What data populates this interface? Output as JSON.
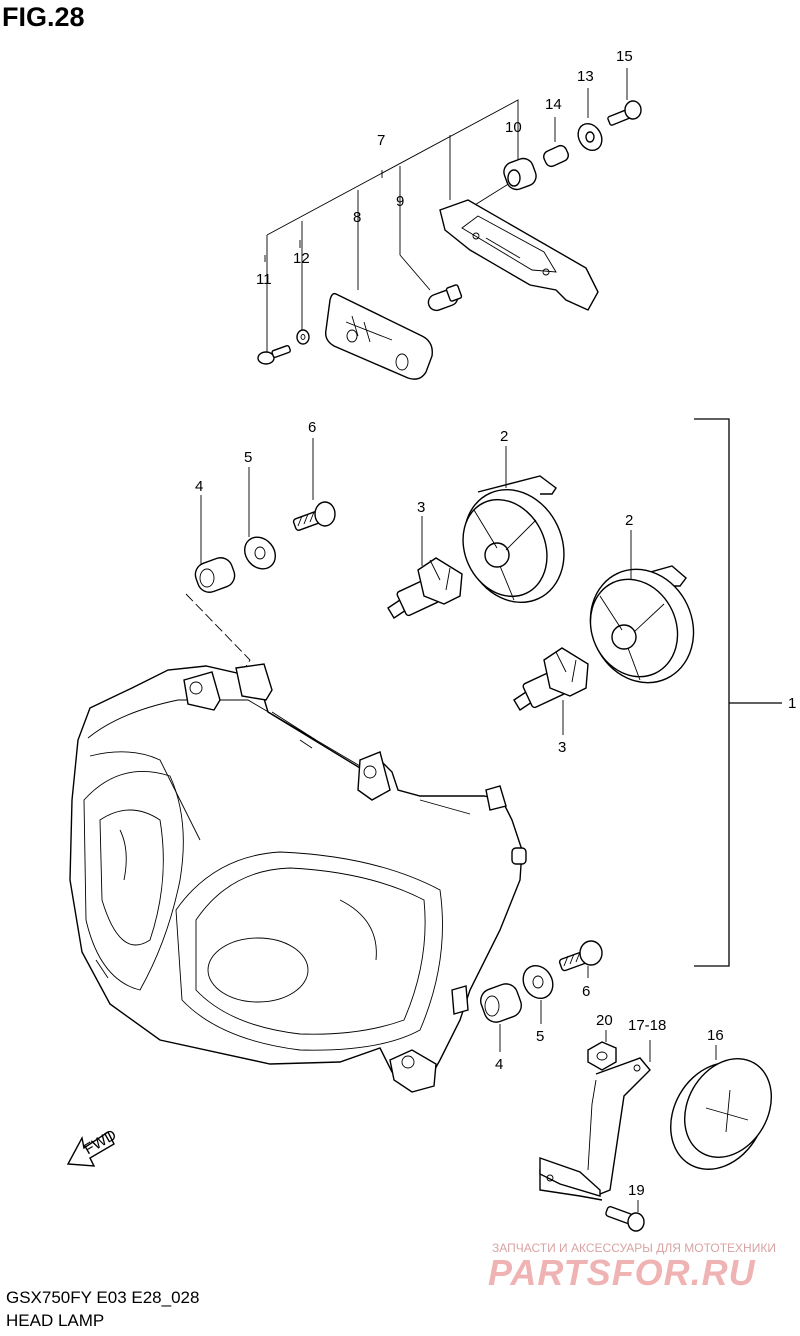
{
  "figure": {
    "title": "FIG.28"
  },
  "footer": {
    "model_code": "GSX750FY E03 E28_028",
    "section_name": "HEAD LAMP"
  },
  "watermark": {
    "tagline": "ЗАПЧАСТИ И АКСЕССУАРЫ ДЛЯ МОТОТЕХНИКИ",
    "logo": "PARTSFOR.RU"
  },
  "direction_arrow": {
    "label": "FWD"
  },
  "callouts": [
    {
      "id": "c15",
      "text": "15"
    },
    {
      "id": "c13",
      "text": "13"
    },
    {
      "id": "c14",
      "text": "14"
    },
    {
      "id": "c10",
      "text": "10"
    },
    {
      "id": "c7",
      "text": "7"
    },
    {
      "id": "c9",
      "text": "9"
    },
    {
      "id": "c8",
      "text": "8"
    },
    {
      "id": "c12",
      "text": "12"
    },
    {
      "id": "c11",
      "text": "11"
    },
    {
      "id": "c6a",
      "text": "6"
    },
    {
      "id": "c5a",
      "text": "5"
    },
    {
      "id": "c4a",
      "text": "4"
    },
    {
      "id": "c2a",
      "text": "2"
    },
    {
      "id": "c3a",
      "text": "3"
    },
    {
      "id": "c2b",
      "text": "2"
    },
    {
      "id": "c3b",
      "text": "3"
    },
    {
      "id": "c1",
      "text": "1"
    },
    {
      "id": "c6b",
      "text": "6"
    },
    {
      "id": "c5b",
      "text": "5"
    },
    {
      "id": "c4b",
      "text": "4"
    },
    {
      "id": "c20",
      "text": "20"
    },
    {
      "id": "c1718",
      "text": "17-18"
    },
    {
      "id": "c16",
      "text": "16"
    },
    {
      "id": "c19",
      "text": "19"
    }
  ],
  "colors": {
    "line": "#000000",
    "background": "#ffffff",
    "watermark": "#f0b3b3"
  }
}
